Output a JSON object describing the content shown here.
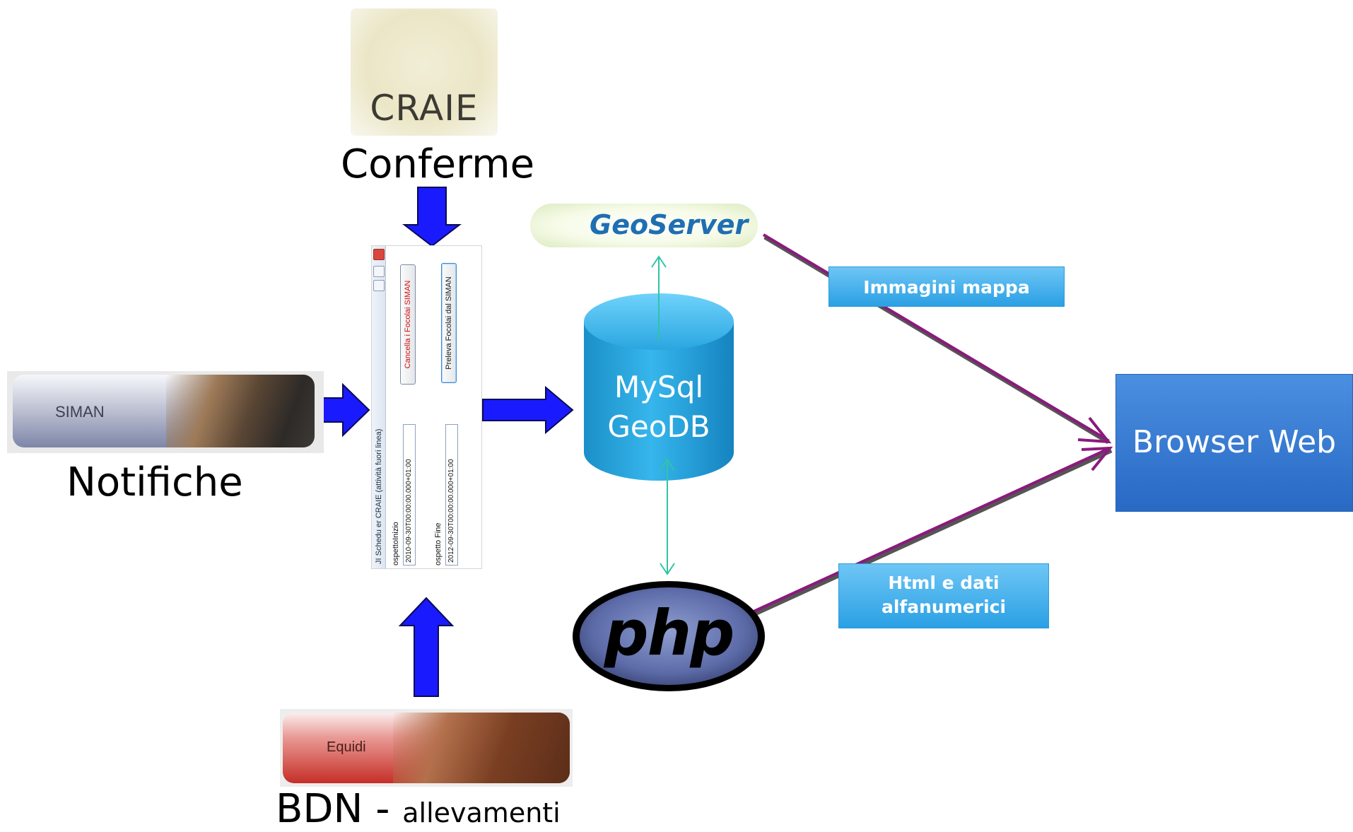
{
  "craie_logo": {
    "text": "CRAIE"
  },
  "labels": {
    "conferme": "Conferme",
    "notifiche": "Notifiche",
    "bdn_main": "BDN - ",
    "bdn_sub": "allevamenti"
  },
  "siman_banner": {
    "text": "SIMAN"
  },
  "equidi_banner": {
    "text": "Equidi"
  },
  "scheduler": {
    "title": "JI Schedu er CRAIE (attività fuori linea)",
    "field_start_label": "ospettoInizio",
    "field_start_value": "2010-09-30T00:00:00.000+01:00",
    "field_end_label": "ospetto Fine",
    "field_end_value": "2012-09-30T00:00:00.000+01:00",
    "button_delete": "Cancella i Focolai SIMAN",
    "button_fetch": "Preleva Focolai dal SIMAN"
  },
  "geoserver": {
    "text": "GeoServer"
  },
  "database": {
    "line1": "MySql",
    "line2": "GeoDB"
  },
  "php": {
    "text": "php"
  },
  "callouts": {
    "map_images": "Immagini mappa",
    "html_line1": "Html e dati",
    "html_line2": "alfanumerici"
  },
  "browser": {
    "text": "Browser Web"
  },
  "colors": {
    "flow_arrow": "#1a1aff",
    "flow_arrow_outline": "#0a0a55",
    "db_link": "#2fc4a6",
    "web_link": "#8b1a7d",
    "db_cylinder": "#21a0da",
    "callout": "#3ab0ea",
    "browser": "#3478d4"
  }
}
